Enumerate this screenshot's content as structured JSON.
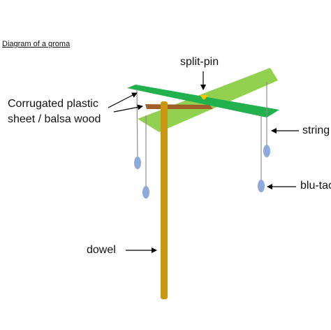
{
  "diagram": {
    "title": "Diagram of a groma",
    "labels": {
      "split_pin": "split-pin",
      "sheet_line1": "Corrugated plastic",
      "sheet_line2": "sheet  / balsa wood",
      "string": "string",
      "blu_tack": "blu-tack",
      "dowel": "dowel"
    },
    "colors": {
      "dowel": "#C8960F",
      "arm_front": "#22B14C",
      "arm_back": "#92D050",
      "balsa": "#A0602A",
      "pin": "#FFC000",
      "weight": "#8EA9DB",
      "string": "#8C8C8C",
      "arrow": "#000000"
    }
  }
}
